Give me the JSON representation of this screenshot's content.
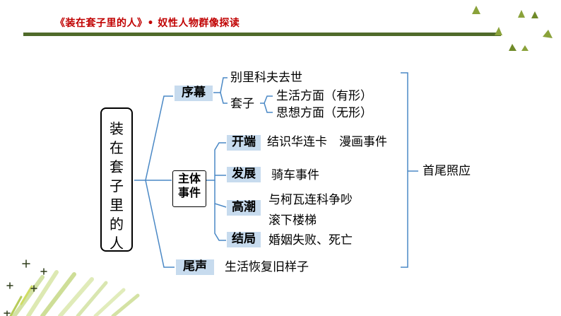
{
  "header": {
    "title": "《装在套子里的人》• 奴性人物群像探读"
  },
  "diagram": {
    "root_title": [
      "装",
      "在",
      "套",
      "子",
      "里",
      "的",
      "人"
    ],
    "xumu": {
      "label": "序幕",
      "items": [
        "别里科夫去世",
        "套子"
      ],
      "taozi_children": [
        "生活方面（有形）",
        "思想方面（无形）"
      ]
    },
    "zhuti": {
      "label_line1": "主体",
      "label_line2": "事件",
      "stages": [
        {
          "label": "开端",
          "text": "结识华连卡　漫画事件"
        },
        {
          "label": "发展",
          "text": "骑车事件"
        },
        {
          "label": "高潮",
          "text": "与柯瓦连科争吵",
          "text2": "滚下楼梯"
        },
        {
          "label": "结局",
          "text": "婚姻失败、死亡"
        }
      ]
    },
    "weisheng": {
      "label": "尾声",
      "text": "生活恢复旧样子"
    },
    "conclusion": "首尾照应"
  },
  "colors": {
    "accent_red": "#c00000",
    "header_line": "#4f6a2a",
    "tag_fill": "#c7dbee",
    "deco_green": "#8aa23a"
  }
}
